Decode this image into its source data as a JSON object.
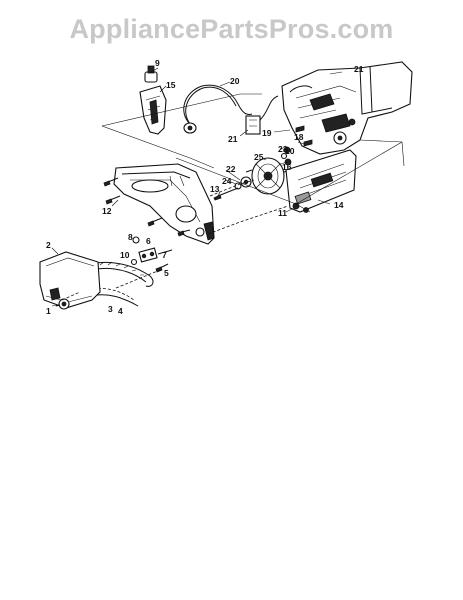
{
  "watermark": "AppliancePartsPros.com",
  "callouts": {
    "n1": "1",
    "n2": "2",
    "n3": "3",
    "n4": "4",
    "n5": "5",
    "n6": "6",
    "n7": "7",
    "n8": "8",
    "n9": "9",
    "n10a": "10",
    "n10b": "10",
    "n11": "11",
    "n12": "12",
    "n13": "13",
    "n14": "14",
    "n15": "15",
    "n16": "16",
    "n18": "18",
    "n19": "19",
    "n20": "20",
    "n21a": "21",
    "n21b": "21",
    "n22": "22",
    "n23": "23",
    "n24": "24",
    "n25": "25"
  }
}
